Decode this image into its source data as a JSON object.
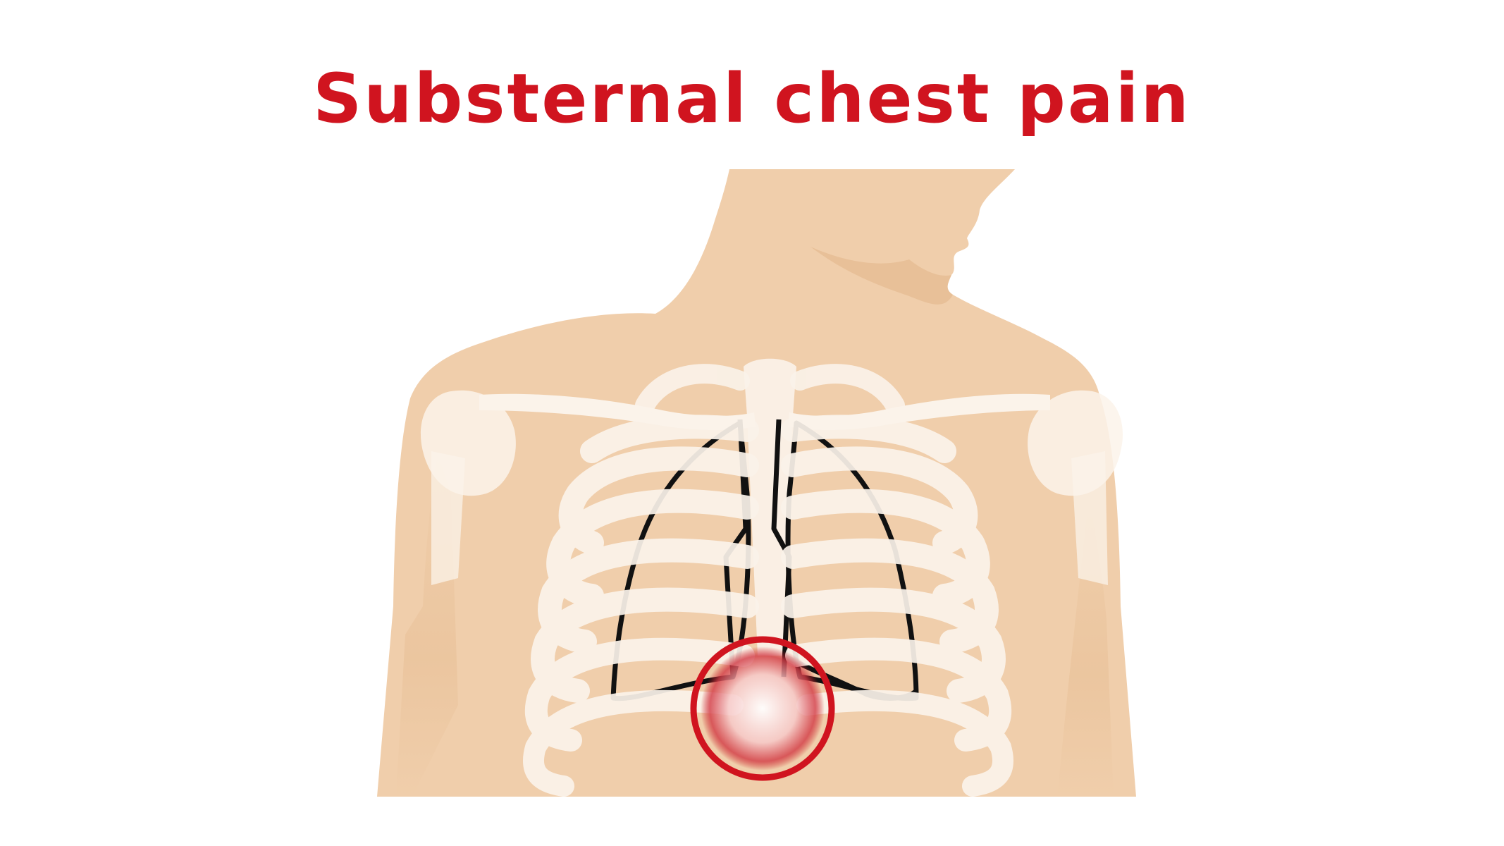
{
  "title": "Substernal chest pain",
  "colors": {
    "title": "#d0141f",
    "skin": "#f0ceab",
    "skin_shadow": "#e6bd94",
    "bone": "#fbf3ea",
    "bone_translucent": "#fdf6ee",
    "organ_outline": "#111111",
    "pain_ring": "#d0141f"
  },
  "figure": {
    "subject": "upper-torso-with-ribcage",
    "highlight": "pain-marker-circle"
  }
}
